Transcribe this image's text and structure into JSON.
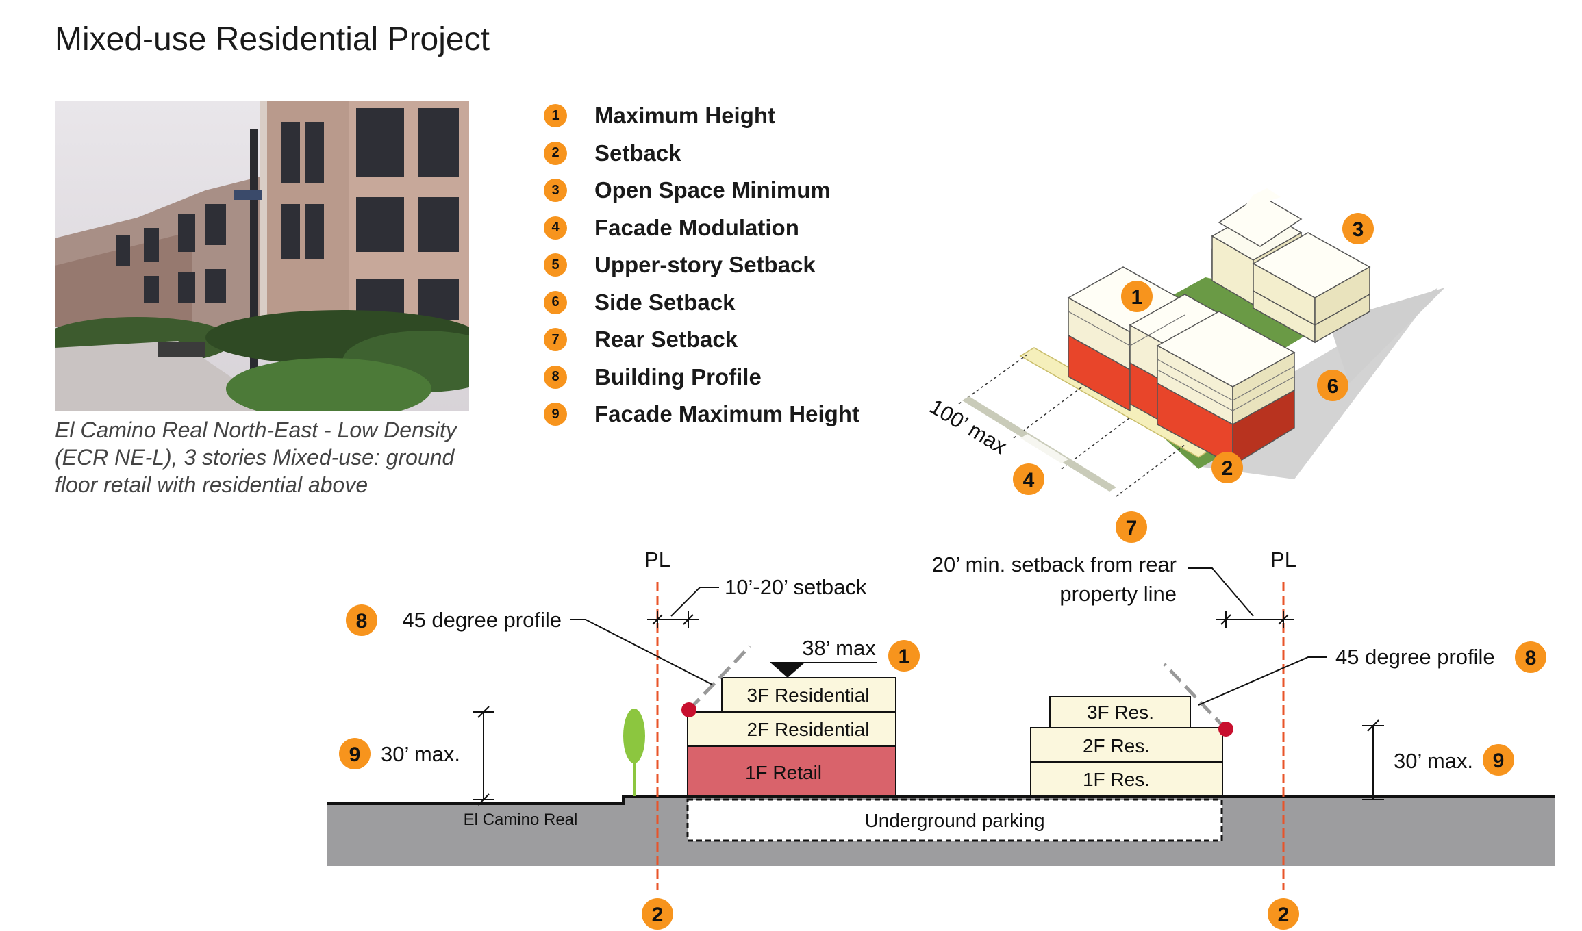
{
  "title": "Mixed-use Residential Project",
  "photo": {
    "street_sign": "",
    "description_icon": "building-photo"
  },
  "caption": "El Camino Real North-East - Low Density (ECR NE-L), 3 stories Mixed-use: ground floor retail with residential above",
  "legend": [
    {
      "num": "1",
      "label": "Maximum Height"
    },
    {
      "num": "2",
      "label": "Setback"
    },
    {
      "num": "3",
      "label": "Open Space Minimum"
    },
    {
      "num": "4",
      "label": "Facade Modulation"
    },
    {
      "num": "5",
      "label": "Upper-story Setback"
    },
    {
      "num": "6",
      "label": "Side Setback"
    },
    {
      "num": "7",
      "label": "Rear Setback"
    },
    {
      "num": "8",
      "label": "Building Profile"
    },
    {
      "num": "9",
      "label": "Facade Maximum Height"
    }
  ],
  "iso": {
    "dim_label": "100’ max",
    "markers": [
      "1",
      "3",
      "6",
      "2",
      "4",
      "7"
    ]
  },
  "section": {
    "pl_left": "PL",
    "pl_right": "PL",
    "setback_front": "10’-20’ setback",
    "setback_rear_line1": "20’ min. setback from rear",
    "setback_rear_line2": "property line",
    "profile_left": "45 degree profile",
    "profile_right": "45 degree profile",
    "max_height": "38’ max",
    "facade_left": "30’ max.",
    "facade_right": "30’ max.",
    "street": "El Camino Real",
    "parking": "Underground parking",
    "front_floors": [
      "3F Residential",
      "2F Residential",
      "1F Retail"
    ],
    "rear_floors": [
      "3F Res.",
      "2F Res.",
      "1F Res."
    ],
    "markers": {
      "profile_left": "8",
      "max": "1",
      "facade_left": "9",
      "profile_right": "8",
      "facade_right": "9",
      "pl_left": "2",
      "pl_right": "2"
    }
  },
  "colors": {
    "accent": "#f7941d",
    "retail": "#d9636b",
    "residential": "#fbf7dd",
    "ground": "#9d9d9f",
    "green": "#8cc63f",
    "pl_line": "#e8542a"
  }
}
